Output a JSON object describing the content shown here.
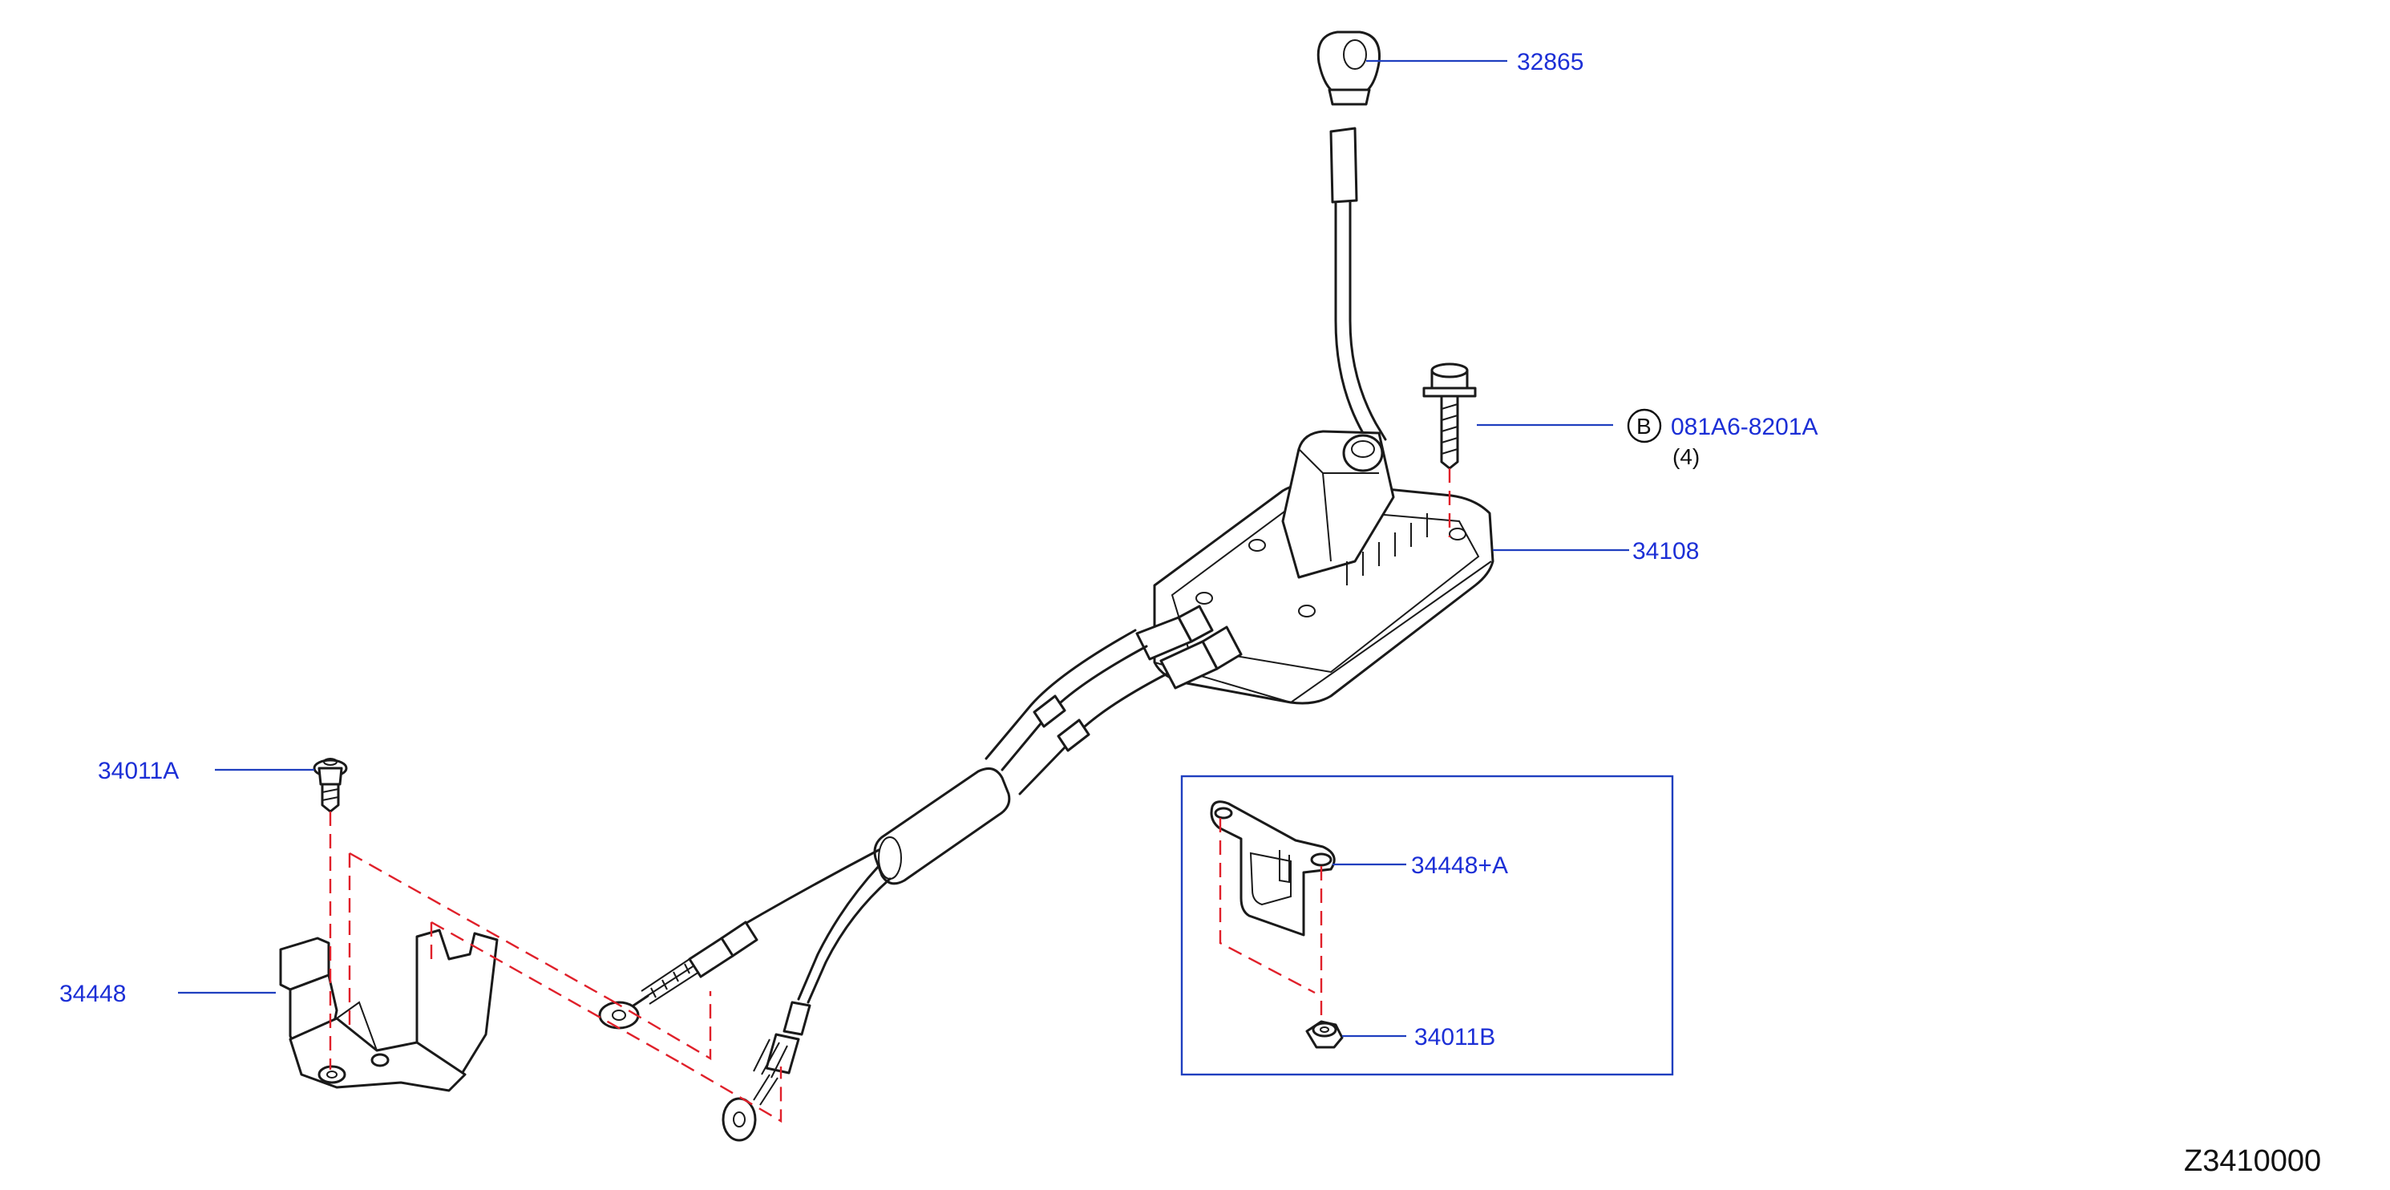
{
  "figure_code": "Z3410000",
  "callouts": {
    "knob": "32865",
    "bolt_ref_letter": "B",
    "bolt": "081A6-8201A",
    "bolt_qty": "(4)",
    "control_device": "34108",
    "bracket_screw": "34011A",
    "bracket": "34448",
    "inset_bracket": "34448+A",
    "inset_nut": "34011B"
  }
}
